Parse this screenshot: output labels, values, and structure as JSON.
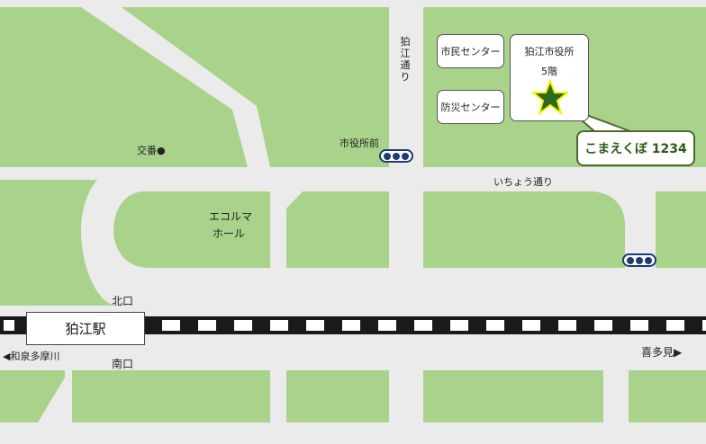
{
  "labels": {
    "koban": "交番●",
    "shiyakushomae": "市役所前",
    "icho_dori": "いちょう通り",
    "ecoruma_line1": "エコルマ",
    "ecoruma_line2": "ホール",
    "kitaguchi": "北口",
    "minamiguchi": "南口",
    "izumi_tamagawa": "◀和泉多摩川",
    "kitami": "喜多見▶",
    "komae_dori": "狛江通り"
  },
  "boxes": {
    "shimin_center": "市民センター",
    "bosai_center": "防災センター",
    "city_hall_name": "狛江市役所",
    "city_hall_floor": "5階"
  },
  "station": {
    "name": "狛江駅"
  },
  "callout": {
    "text": "こまえくぼ 1234"
  },
  "colors": {
    "grass": "#a9d38b",
    "road": "#ebebeb",
    "rail_black": "#1a1a1a",
    "star": "#2d6a1e",
    "star_outline": "#f5f500",
    "signal": "#1e3b73",
    "callout_border": "#4a6b2a"
  },
  "icons": {
    "marker": "star-icon",
    "traffic_light": "traffic-signal-icon"
  }
}
